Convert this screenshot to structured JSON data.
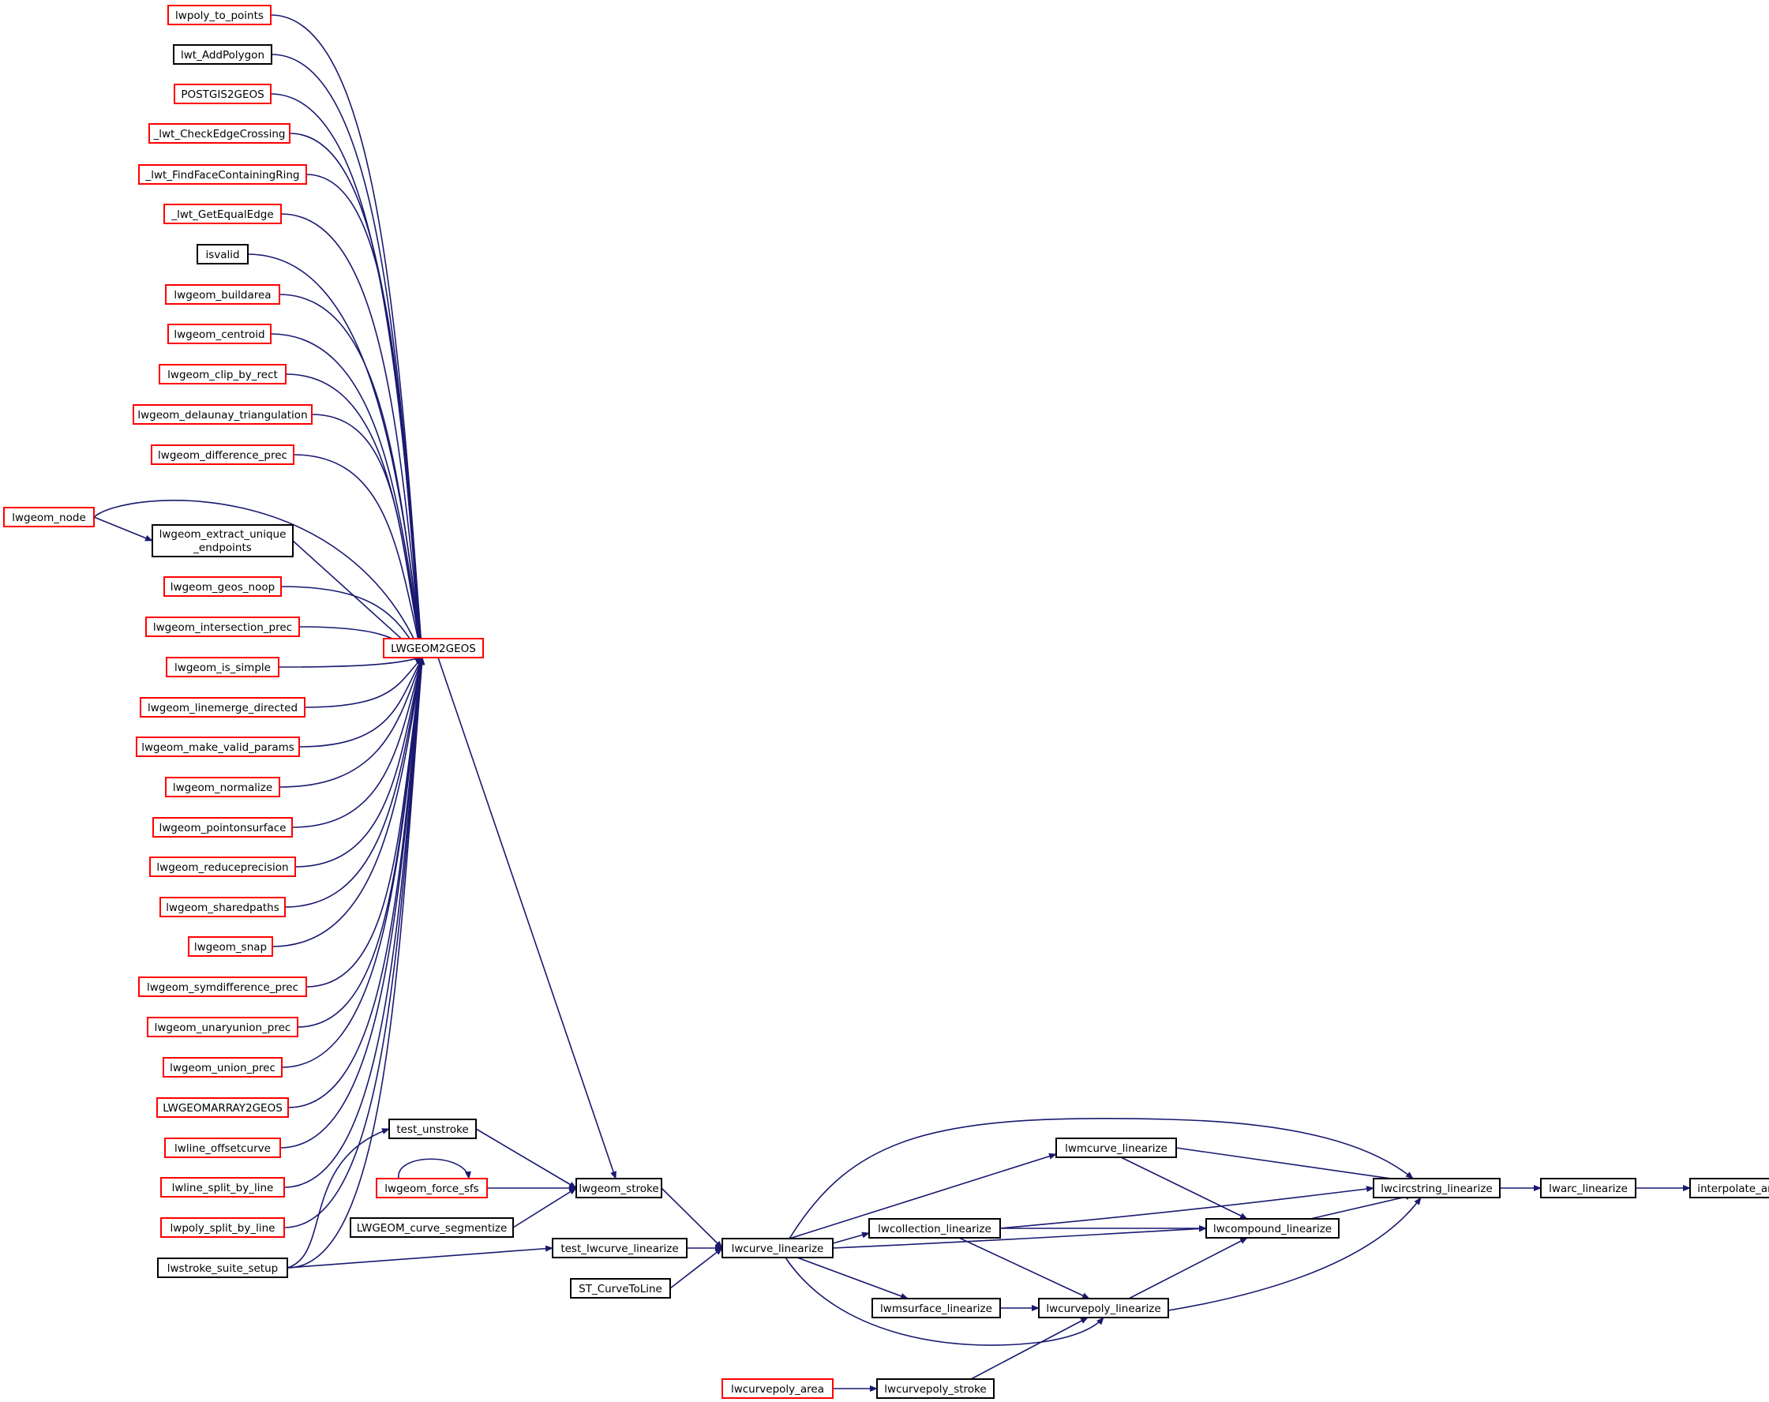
{
  "colors": {
    "edge": "#191970",
    "border_red": "#ff0000",
    "border_black": "#000000",
    "highlight_fill": "#bfbfbf"
  },
  "nodes": [
    {
      "id": "lwpoly_to_points",
      "label": "lwpoly_to_points",
      "border": "red"
    },
    {
      "id": "lwt_AddPolygon",
      "label": "lwt_AddPolygon",
      "border": "black"
    },
    {
      "id": "POSTGIS2GEOS",
      "label": "POSTGIS2GEOS",
      "border": "red"
    },
    {
      "id": "_lwt_CheckEdgeCrossing",
      "label": "_lwt_CheckEdgeCrossing",
      "border": "red"
    },
    {
      "id": "_lwt_FindFaceContainingRing",
      "label": "_lwt_FindFaceContainingRing",
      "border": "red"
    },
    {
      "id": "_lwt_GetEqualEdge",
      "label": "_lwt_GetEqualEdge",
      "border": "red"
    },
    {
      "id": "isvalid",
      "label": "isvalid",
      "border": "black"
    },
    {
      "id": "lwgeom_buildarea",
      "label": "lwgeom_buildarea",
      "border": "red"
    },
    {
      "id": "lwgeom_centroid",
      "label": "lwgeom_centroid",
      "border": "red"
    },
    {
      "id": "lwgeom_clip_by_rect",
      "label": "lwgeom_clip_by_rect",
      "border": "red"
    },
    {
      "id": "lwgeom_delaunay_triangulation",
      "label": "lwgeom_delaunay_triangulation",
      "border": "red"
    },
    {
      "id": "lwgeom_difference_prec",
      "label": "lwgeom_difference_prec",
      "border": "red"
    },
    {
      "id": "lwgeom_node",
      "label": "lwgeom_node",
      "border": "red"
    },
    {
      "id": "lwgeom_extract_unique_endpoints",
      "label": "lwgeom_extract_unique",
      "label2": "_endpoints",
      "border": "black"
    },
    {
      "id": "lwgeom_geos_noop",
      "label": "lwgeom_geos_noop",
      "border": "red"
    },
    {
      "id": "lwgeom_intersection_prec",
      "label": "lwgeom_intersection_prec",
      "border": "red"
    },
    {
      "id": "lwgeom_is_simple",
      "label": "lwgeom_is_simple",
      "border": "red"
    },
    {
      "id": "lwgeom_linemerge_directed",
      "label": "lwgeom_linemerge_directed",
      "border": "red"
    },
    {
      "id": "lwgeom_make_valid_params",
      "label": "lwgeom_make_valid_params",
      "border": "red"
    },
    {
      "id": "lwgeom_normalize",
      "label": "lwgeom_normalize",
      "border": "red"
    },
    {
      "id": "lwgeom_pointonsurface",
      "label": "lwgeom_pointonsurface",
      "border": "red"
    },
    {
      "id": "lwgeom_reduceprecision",
      "label": "lwgeom_reduceprecision",
      "border": "red"
    },
    {
      "id": "lwgeom_sharedpaths",
      "label": "lwgeom_sharedpaths",
      "border": "red"
    },
    {
      "id": "lwgeom_snap",
      "label": "lwgeom_snap",
      "border": "red"
    },
    {
      "id": "lwgeom_symdifference_prec",
      "label": "lwgeom_symdifference_prec",
      "border": "red"
    },
    {
      "id": "lwgeom_unaryunion_prec",
      "label": "lwgeom_unaryunion_prec",
      "border": "red"
    },
    {
      "id": "lwgeom_union_prec",
      "label": "lwgeom_union_prec",
      "border": "red"
    },
    {
      "id": "LWGEOMARRAY2GEOS",
      "label": "LWGEOMARRAY2GEOS",
      "border": "red"
    },
    {
      "id": "lwline_offsetcurve",
      "label": "lwline_offsetcurve",
      "border": "red"
    },
    {
      "id": "lwline_split_by_line",
      "label": "lwline_split_by_line",
      "border": "red"
    },
    {
      "id": "lwpoly_split_by_line",
      "label": "lwpoly_split_by_line",
      "border": "red"
    },
    {
      "id": "lwstroke_suite_setup",
      "label": "lwstroke_suite_setup",
      "border": "black"
    },
    {
      "id": "LWGEOM2GEOS",
      "label": "LWGEOM2GEOS",
      "border": "red"
    },
    {
      "id": "test_unstroke",
      "label": "test_unstroke",
      "border": "black"
    },
    {
      "id": "lwgeom_force_sfs",
      "label": "lwgeom_force_sfs",
      "border": "red"
    },
    {
      "id": "LWGEOM_curve_segmentize",
      "label": "LWGEOM_curve_segmentize",
      "border": "black"
    },
    {
      "id": "lwgeom_stroke",
      "label": "lwgeom_stroke",
      "border": "black"
    },
    {
      "id": "test_lwcurve_linearize",
      "label": "test_lwcurve_linearize",
      "border": "black"
    },
    {
      "id": "ST_CurveToLine",
      "label": "ST_CurveToLine",
      "border": "black"
    },
    {
      "id": "lwcurve_linearize",
      "label": "lwcurve_linearize",
      "border": "black"
    },
    {
      "id": "lwcurvepoly_area",
      "label": "lwcurvepoly_area",
      "border": "red"
    },
    {
      "id": "lwmcurve_linearize",
      "label": "lwmcurve_linearize",
      "border": "black"
    },
    {
      "id": "lwcollection_linearize",
      "label": "lwcollection_linearize",
      "border": "black"
    },
    {
      "id": "lwmsurface_linearize",
      "label": "lwmsurface_linearize",
      "border": "black"
    },
    {
      "id": "lwcurvepoly_stroke",
      "label": "lwcurvepoly_stroke",
      "border": "black"
    },
    {
      "id": "lwcompound_linearize",
      "label": "lwcompound_linearize",
      "border": "black"
    },
    {
      "id": "lwcurvepoly_linearize",
      "label": "lwcurvepoly_linearize",
      "border": "black"
    },
    {
      "id": "lwcircstring_linearize",
      "label": "lwcircstring_linearize",
      "border": "black"
    },
    {
      "id": "lwarc_linearize",
      "label": "lwarc_linearize",
      "border": "black"
    },
    {
      "id": "interpolate_arc",
      "label": "interpolate_arc",
      "border": "black",
      "highlight": true
    }
  ],
  "edges": [
    {
      "from": "lwpoly_to_points",
      "to": "LWGEOM2GEOS"
    },
    {
      "from": "lwt_AddPolygon",
      "to": "LWGEOM2GEOS"
    },
    {
      "from": "POSTGIS2GEOS",
      "to": "LWGEOM2GEOS"
    },
    {
      "from": "_lwt_CheckEdgeCrossing",
      "to": "LWGEOM2GEOS"
    },
    {
      "from": "_lwt_FindFaceContainingRing",
      "to": "LWGEOM2GEOS"
    },
    {
      "from": "_lwt_GetEqualEdge",
      "to": "LWGEOM2GEOS"
    },
    {
      "from": "isvalid",
      "to": "LWGEOM2GEOS"
    },
    {
      "from": "lwgeom_buildarea",
      "to": "LWGEOM2GEOS"
    },
    {
      "from": "lwgeom_centroid",
      "to": "LWGEOM2GEOS"
    },
    {
      "from": "lwgeom_clip_by_rect",
      "to": "LWGEOM2GEOS"
    },
    {
      "from": "lwgeom_delaunay_triangulation",
      "to": "LWGEOM2GEOS"
    },
    {
      "from": "lwgeom_difference_prec",
      "to": "LWGEOM2GEOS"
    },
    {
      "from": "lwgeom_node",
      "to": "LWGEOM2GEOS"
    },
    {
      "from": "lwgeom_node",
      "to": "lwgeom_extract_unique_endpoints"
    },
    {
      "from": "lwgeom_extract_unique_endpoints",
      "to": "LWGEOM2GEOS"
    },
    {
      "from": "lwgeom_geos_noop",
      "to": "LWGEOM2GEOS"
    },
    {
      "from": "lwgeom_intersection_prec",
      "to": "LWGEOM2GEOS"
    },
    {
      "from": "lwgeom_is_simple",
      "to": "LWGEOM2GEOS"
    },
    {
      "from": "lwgeom_linemerge_directed",
      "to": "LWGEOM2GEOS"
    },
    {
      "from": "lwgeom_make_valid_params",
      "to": "LWGEOM2GEOS"
    },
    {
      "from": "lwgeom_normalize",
      "to": "LWGEOM2GEOS"
    },
    {
      "from": "lwgeom_pointonsurface",
      "to": "LWGEOM2GEOS"
    },
    {
      "from": "lwgeom_reduceprecision",
      "to": "LWGEOM2GEOS"
    },
    {
      "from": "lwgeom_sharedpaths",
      "to": "LWGEOM2GEOS"
    },
    {
      "from": "lwgeom_snap",
      "to": "LWGEOM2GEOS"
    },
    {
      "from": "lwgeom_symdifference_prec",
      "to": "LWGEOM2GEOS"
    },
    {
      "from": "lwgeom_unaryunion_prec",
      "to": "LWGEOM2GEOS"
    },
    {
      "from": "lwgeom_union_prec",
      "to": "LWGEOM2GEOS"
    },
    {
      "from": "LWGEOMARRAY2GEOS",
      "to": "LWGEOM2GEOS"
    },
    {
      "from": "lwline_offsetcurve",
      "to": "LWGEOM2GEOS"
    },
    {
      "from": "lwline_split_by_line",
      "to": "LWGEOM2GEOS"
    },
    {
      "from": "lwpoly_split_by_line",
      "to": "LWGEOM2GEOS"
    },
    {
      "from": "lwstroke_suite_setup",
      "to": "LWGEOM2GEOS"
    },
    {
      "from": "lwstroke_suite_setup",
      "to": "test_unstroke"
    },
    {
      "from": "LWGEOM2GEOS",
      "to": "lwgeom_stroke"
    },
    {
      "from": "test_unstroke",
      "to": "lwgeom_stroke"
    },
    {
      "from": "lwgeom_force_sfs",
      "to": "lwgeom_force_sfs"
    },
    {
      "from": "lwgeom_force_sfs",
      "to": "lwgeom_stroke"
    },
    {
      "from": "LWGEOM_curve_segmentize",
      "to": "lwgeom_stroke"
    },
    {
      "from": "lwgeom_stroke",
      "to": "lwcurve_linearize"
    },
    {
      "from": "lwstroke_suite_setup",
      "to": "test_lwcurve_linearize"
    },
    {
      "from": "test_lwcurve_linearize",
      "to": "lwcurve_linearize"
    },
    {
      "from": "ST_CurveToLine",
      "to": "lwcurve_linearize"
    },
    {
      "from": "lwcurve_linearize",
      "to": "lwcircstring_linearize"
    },
    {
      "from": "lwcurve_linearize",
      "to": "lwmcurve_linearize"
    },
    {
      "from": "lwcurve_linearize",
      "to": "lwcollection_linearize"
    },
    {
      "from": "lwcurve_linearize",
      "to": "lwcompound_linearize"
    },
    {
      "from": "lwcurve_linearize",
      "to": "lwmsurface_linearize"
    },
    {
      "from": "lwcurve_linearize",
      "to": "lwcurvepoly_linearize"
    },
    {
      "from": "lwcurvepoly_area",
      "to": "lwcurvepoly_stroke"
    },
    {
      "from": "lwcurvepoly_stroke",
      "to": "lwcurvepoly_linearize"
    },
    {
      "from": "lwmcurve_linearize",
      "to": "lwcircstring_linearize"
    },
    {
      "from": "lwmcurve_linearize",
      "to": "lwcompound_linearize"
    },
    {
      "from": "lwcollection_linearize",
      "to": "lwcircstring_linearize"
    },
    {
      "from": "lwcollection_linearize",
      "to": "lwcompound_linearize"
    },
    {
      "from": "lwcollection_linearize",
      "to": "lwcurvepoly_linearize"
    },
    {
      "from": "lwmsurface_linearize",
      "to": "lwcurvepoly_linearize"
    },
    {
      "from": "lwcurvepoly_linearize",
      "to": "lwcompound_linearize"
    },
    {
      "from": "lwcurvepoly_linearize",
      "to": "lwcircstring_linearize"
    },
    {
      "from": "lwcompound_linearize",
      "to": "lwcircstring_linearize"
    },
    {
      "from": "lwcircstring_linearize",
      "to": "lwarc_linearize"
    },
    {
      "from": "lwarc_linearize",
      "to": "interpolate_arc"
    }
  ]
}
